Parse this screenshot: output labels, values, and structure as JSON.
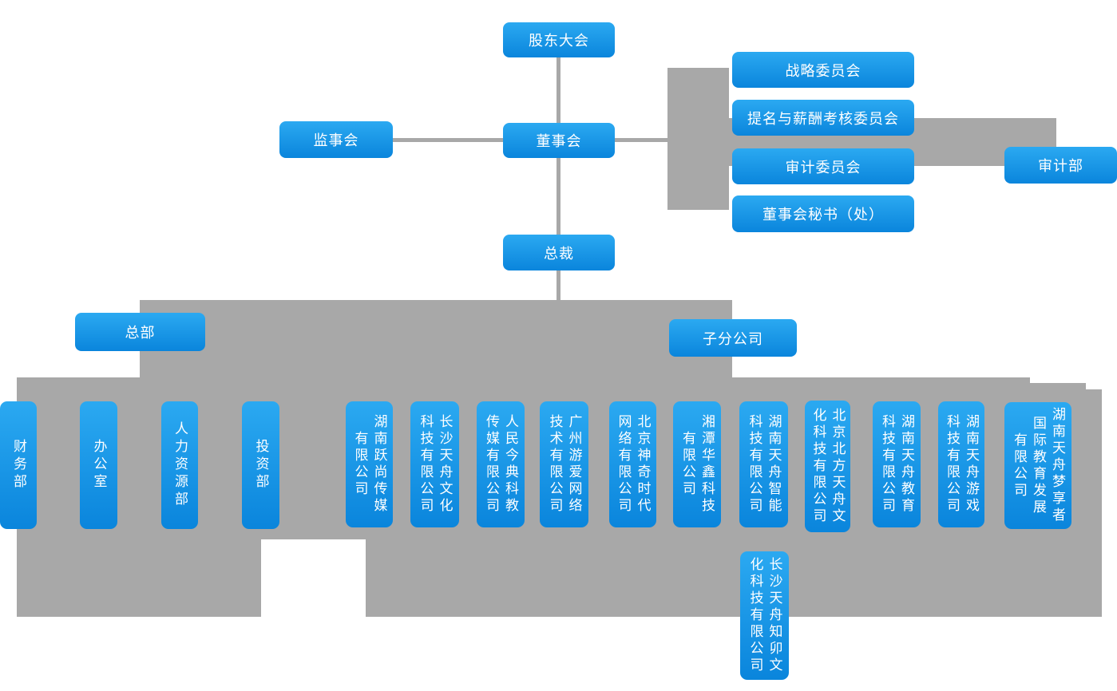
{
  "colors": {
    "box_gradient_top": "#2ba9f1",
    "box_gradient_bottom": "#0a85dc",
    "connector_gray": "#a8a8a8",
    "node_text": "#ffffff"
  },
  "nodes": {
    "shareholders": "股东大会",
    "supervisory": "监事会",
    "board": "董事会",
    "president": "总裁",
    "audit_department": "审计部",
    "headquarters": "总部",
    "subsidiaries": "子分公司"
  },
  "committees": [
    "战略委员会",
    "提名与薪酬考核委员会",
    "审计委员会",
    "董事会秘书（处）"
  ],
  "departments": [
    "财务部",
    "办公室",
    "人力资源部",
    "投资部"
  ],
  "companies": [
    "湖南跃尚传媒\n有限公司",
    "长沙天舟文化\n科技有限公司",
    "人民今典科教\n传媒有限公司",
    "广州游爱网络\n技术有限公司",
    "北京神奇时代\n网络有限公司",
    "湘潭华鑫科技\n有限公司",
    "湖南天舟智能\n科技有限公司",
    "北京北方天舟文\n化科技有限公司",
    "湖南天舟教育\n科技有限公司",
    "湖南天舟游戏\n科技有限公司",
    "湖南天舟梦享者\n国际教育发展\n有限公司"
  ],
  "sub_company": "长沙天舟知卯文\n化科技有限公司"
}
